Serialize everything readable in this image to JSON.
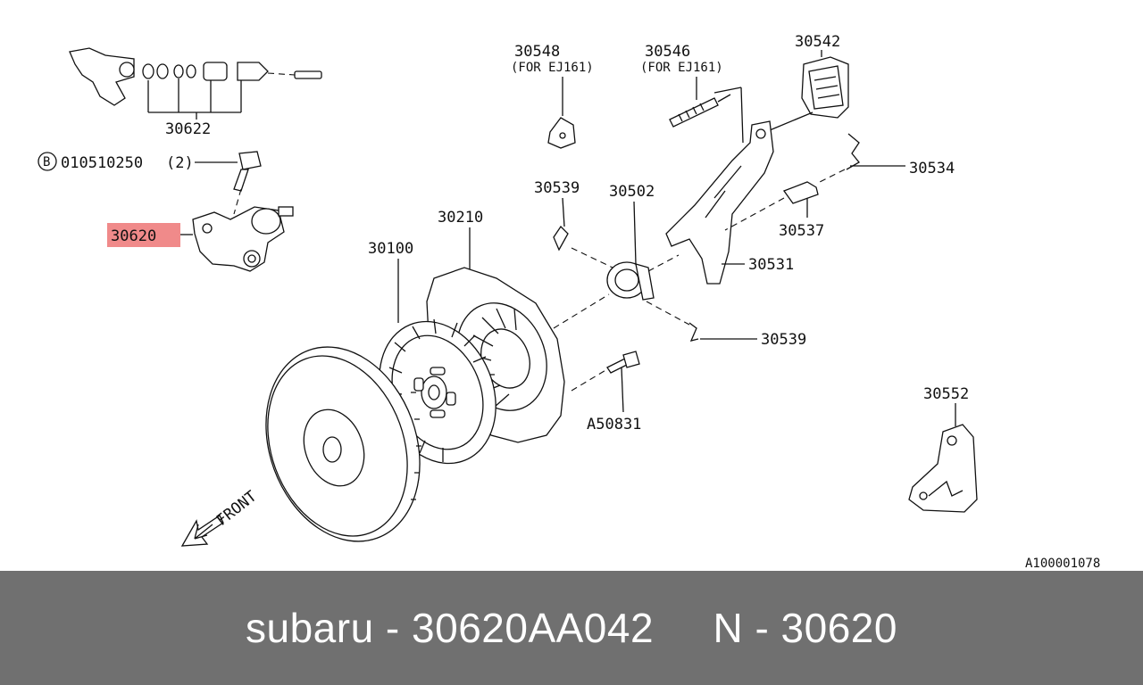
{
  "labels": {
    "p30548": "30548",
    "p30548_note": "(FOR EJ161)",
    "p30546": "30546",
    "p30546_note": "(FOR EJ161)",
    "p30542": "30542",
    "p30622": "30622",
    "bolt_code": "010510250",
    "bolt_qty": "(2)",
    "bolt_circle_letter": "B",
    "p30534": "30534",
    "p30539_top": "30539",
    "p30502": "30502",
    "p30210": "30210",
    "p30100": "30100",
    "p30620": "30620",
    "p30537": "30537",
    "p30531": "30531",
    "p30539_bottom": "30539",
    "p30552": "30552",
    "pA50831": "A50831",
    "front": "FRONT",
    "diagram_id": "A100001078"
  },
  "footer": {
    "text": "subaru - 30620AA042     N - 30620"
  },
  "colors": {
    "highlight": "#f08a8a",
    "footer_bg": "#707070",
    "footer_text": "#ffffff"
  }
}
